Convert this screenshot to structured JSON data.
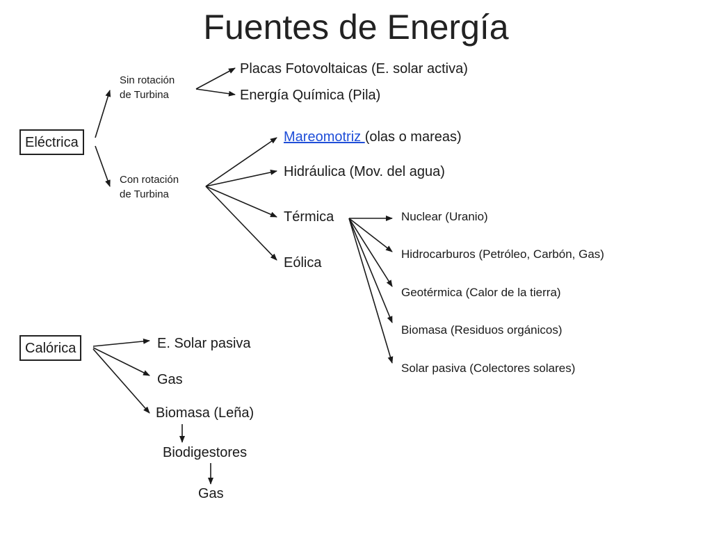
{
  "title": "Fuentes de Energía",
  "electrica": {
    "label": "Eléctrica",
    "sin_rotacion": {
      "label_line1": "Sin rotación",
      "label_line2": "de Turbina",
      "items": [
        "Placas Fotovoltaicas (E. solar activa)",
        "Energía Química (Pila)"
      ]
    },
    "con_rotacion": {
      "label_line1": "Con rotación",
      "label_line2": "de Turbina",
      "mareomotriz_link": "Mareomotriz ",
      "mareomotriz_rest": "(olas o mareas)",
      "hidraulica": "Hidráulica (Mov. del agua)",
      "termica": "Térmica",
      "eolica": "Eólica",
      "termica_items": [
        "Nuclear (Uranio)",
        "Hidrocarburos (Petróleo, Carbón, Gas)",
        "Geotérmica (Calor de la tierra)",
        "Biomasa (Residuos orgánicos)",
        "Solar pasiva (Colectores solares)"
      ]
    }
  },
  "calorica": {
    "label": "Calórica",
    "items": [
      "E. Solar pasiva",
      "Gas",
      "Biomasa (Leña)"
    ],
    "biodigestores": "Biodigestores",
    "gas_final": "Gas"
  },
  "colors": {
    "text": "#1a1a1a",
    "link": "#1f4ed8",
    "arrow": "#1a1a1a"
  }
}
